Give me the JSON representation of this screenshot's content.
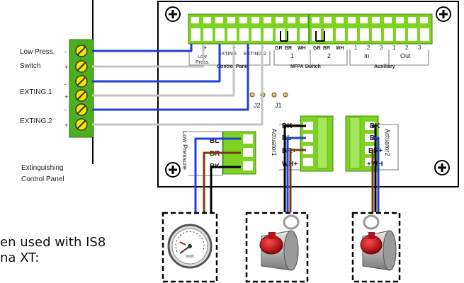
{
  "left_block": {
    "terminal_labels": [
      "Low Press.",
      "Switch",
      "EXTING.1",
      "EXTING.2"
    ],
    "polarity": [
      "-",
      "+",
      "-",
      "+",
      "-",
      "+"
    ],
    "caption": [
      "Extinguishing",
      "Control Panel"
    ]
  },
  "board": {
    "control_panel_terminals": [
      "-",
      "+",
      "-",
      "+",
      "-",
      "+"
    ],
    "control_panel_sub": [
      "Low",
      "Press.",
      "EXTING",
      "EXTING.2"
    ],
    "control_panel_label": "Control Panel",
    "nfpa_wires": [
      "GR",
      "BR",
      "WH",
      "GR",
      "BR",
      "WH"
    ],
    "nfpa_numbers": [
      "1",
      "2"
    ],
    "nfpa_label": "NFPA Switch",
    "aux_numbers": [
      "1",
      "2",
      "3",
      "1",
      "2",
      "3"
    ],
    "aux_in": "In",
    "aux_out": "Out",
    "aux_label": "Auxiliary",
    "jumpers": [
      "J2",
      "J1"
    ],
    "pressure_label": "Low Pressure",
    "pressure_wires": [
      "BL",
      "BR",
      "BK"
    ],
    "actuator1_label": "Actuator1",
    "actuator1_wires": [
      "BK",
      "BL",
      "BR+",
      "WH+"
    ],
    "actuator2_label": "Actuator2",
    "actuator2_wires": [
      "BK",
      "BL",
      "BR+",
      "+WH"
    ]
  },
  "note_text": [
    "en used with IS8",
    "na XT:"
  ],
  "colors": {
    "terminal_green": "#7ed321",
    "wire_blue": "#1f3fd8",
    "wire_grey": "#c4c4c4",
    "wire_brown": "#7a3b12",
    "cap_red": "#c8101a"
  }
}
